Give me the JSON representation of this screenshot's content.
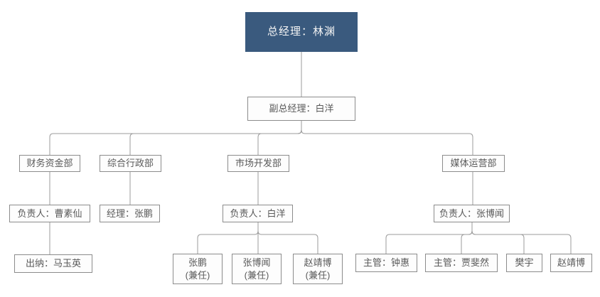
{
  "colors": {
    "canvas_bg": "#ffffff",
    "root_bg": "#3a5a7e",
    "root_text": "#f5f5f5",
    "node_bg": "#fdfdfd",
    "node_border": "#8c8c8c",
    "node_text": "#595959",
    "connector": "#9b9b9b"
  },
  "org": {
    "root": {
      "label": "总经理：林渊"
    },
    "deputy": {
      "label": "副总经理：白洋"
    },
    "departments": [
      {
        "label": "财务资金部",
        "manager": {
          "label": "负责人：曹素仙"
        },
        "staff": [
          {
            "label": "出纳：马玉英"
          }
        ]
      },
      {
        "label": "综合行政部",
        "manager": {
          "label": "经理：张鹏"
        },
        "staff": []
      },
      {
        "label": "市场开发部",
        "manager": {
          "label": "负责人：白洋"
        },
        "staff": [
          {
            "line1": "张鹏",
            "line2": "(兼任)"
          },
          {
            "line1": "张博闻",
            "line2": "(兼任)"
          },
          {
            "line1": "赵靖博",
            "line2": "(兼任)"
          }
        ]
      },
      {
        "label": "媒体运营部",
        "manager": {
          "label": "负责人：张博闻"
        },
        "staff": [
          {
            "label": "主管：钟惠"
          },
          {
            "label": "主管：贾斐然"
          },
          {
            "label": "樊宇"
          },
          {
            "label": "赵靖博"
          }
        ]
      }
    ]
  }
}
